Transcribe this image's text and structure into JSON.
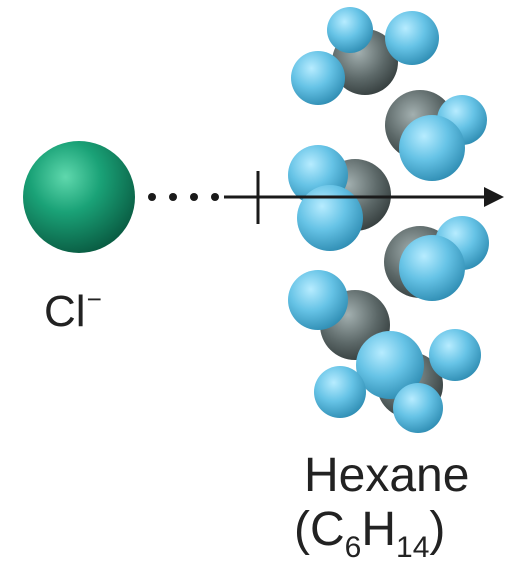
{
  "ion": {
    "symbol": "Cl",
    "charge": "−",
    "color": "#1aa277"
  },
  "molecule": {
    "name": "Hexane",
    "formula_parts": {
      "open": "(C",
      "c_count": "6",
      "h": "H",
      "h_count": "14",
      "close": ")"
    },
    "carbon_color": "#5c6868",
    "hydrogen_color": "#66c3e6"
  },
  "arrow_color": "#1a1a1a"
}
